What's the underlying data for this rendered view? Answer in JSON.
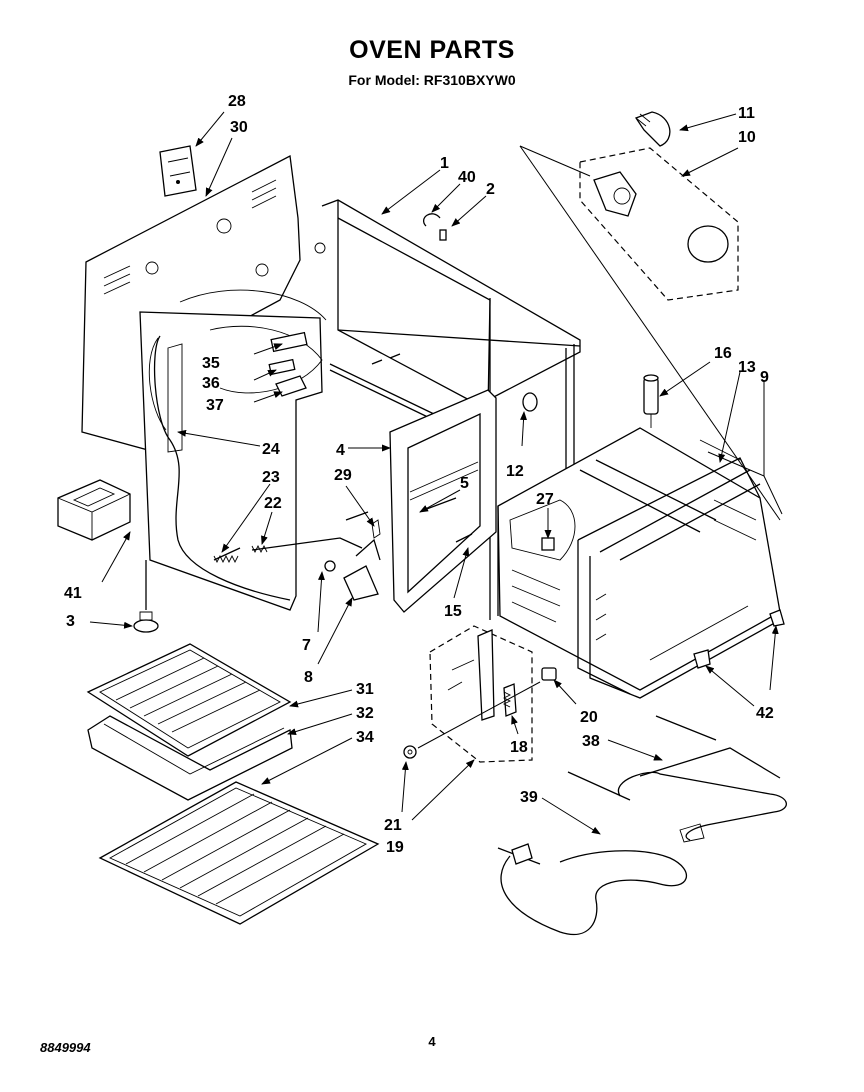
{
  "header": {
    "title": "OVEN PARTS",
    "subtitle": "For Model: RF310BXYW0"
  },
  "callouts": [
    "1",
    "2",
    "3",
    "4",
    "5",
    "7",
    "8",
    "9",
    "10",
    "11",
    "12",
    "13",
    "15",
    "16",
    "18",
    "19",
    "20",
    "21",
    "22",
    "23",
    "24",
    "27",
    "28",
    "29",
    "30",
    "31",
    "32",
    "34",
    "35",
    "36",
    "37",
    "38",
    "39",
    "40",
    "41",
    "42"
  ],
  "footer": {
    "doc_number": "8849994",
    "page_number": "4"
  }
}
